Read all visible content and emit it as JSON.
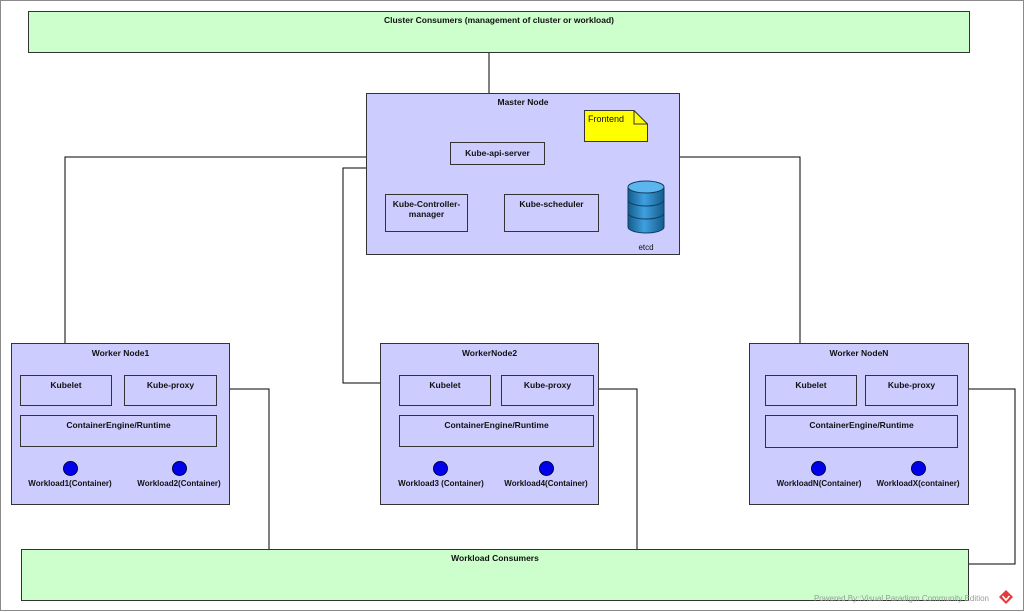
{
  "cluster_consumers": {
    "label": "Cluster Consumers (management of cluster or workload)"
  },
  "master": {
    "title": "Master Node",
    "api_server": "Kube-api-server",
    "frontend_note": "Frontend",
    "controller_manager": "Kube-Controller-manager",
    "scheduler": "Kube-scheduler",
    "etcd": "etcd"
  },
  "workers": [
    {
      "title": "Worker Node1",
      "kubelet": "Kubelet",
      "proxy": "Kube-proxy",
      "engine": "ContainerEngine/Runtime",
      "workloads": [
        "Workload1(Container)",
        "Workload2(Container)"
      ]
    },
    {
      "title": "WorkerNode2",
      "kubelet": "Kubelet",
      "proxy": "Kube-proxy",
      "engine": "ContainerEngine/Runtime",
      "workloads": [
        "Workload3 (Container)",
        "Workload4(Container)"
      ]
    },
    {
      "title": "Worker NodeN",
      "kubelet": "Kubelet",
      "proxy": "Kube-proxy",
      "engine": "ContainerEngine/Runtime",
      "workloads": [
        "WorkloadN(Container)",
        "WorkloadX(container)"
      ]
    }
  ],
  "workload_consumers": {
    "label": "Workload Consumers"
  },
  "footer": {
    "text": "Powered By::Visual Paradigm Community Edition"
  },
  "colors": {
    "consumer_fill": "#ccffcc",
    "node_fill": "#ccccff",
    "note_fill": "#ffff00",
    "workload_dot": "#0000ee",
    "etcd_fill": "#1f78b4"
  },
  "icons": {
    "etcd": "database-cylinder-icon",
    "workload": "container-dot-icon",
    "footer": "visual-paradigm-logo-icon"
  }
}
